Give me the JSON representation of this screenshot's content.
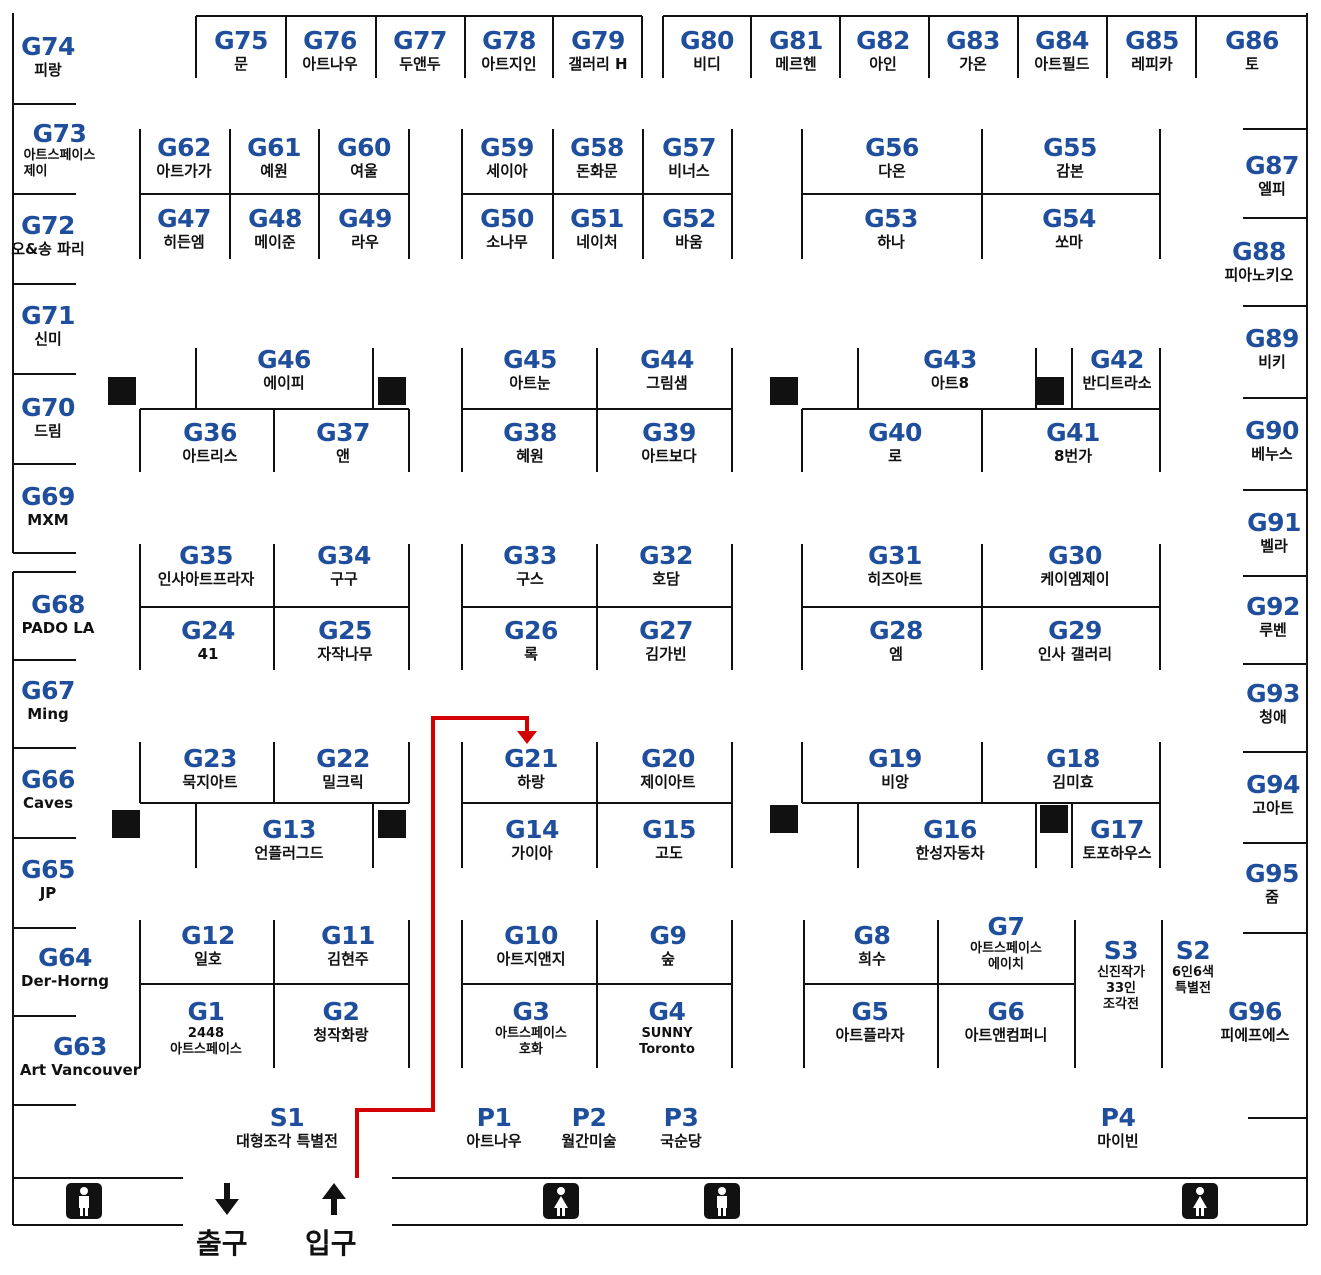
{
  "colors": {
    "code": "#1f4e9c",
    "text": "#111111",
    "line": "#111111",
    "route": "#d40000",
    "icon_bg": "#111111"
  },
  "map": {
    "exit_label": "출구",
    "entrance_label": "입구",
    "exit_arrow_icon": "arrow-down-icon",
    "entrance_arrow_icon": "arrow-up-icon",
    "restroom_icons": [
      "restroom-man-icon",
      "restroom-woman-icon",
      "restroom-man-icon",
      "restroom-woman-icon"
    ],
    "route_destination": "G21"
  },
  "booths": [
    {
      "code": "G74",
      "name": "피랑"
    },
    {
      "code": "G75",
      "name": "문"
    },
    {
      "code": "G76",
      "name": "아트나우"
    },
    {
      "code": "G77",
      "name": "두앤두"
    },
    {
      "code": "G78",
      "name": "아트지인"
    },
    {
      "code": "G79",
      "name": "갤러리 H"
    },
    {
      "code": "G80",
      "name": "비디"
    },
    {
      "code": "G81",
      "name": "메르헨"
    },
    {
      "code": "G82",
      "name": "아인"
    },
    {
      "code": "G83",
      "name": "가온"
    },
    {
      "code": "G84",
      "name": "아트필드"
    },
    {
      "code": "G85",
      "name": "레피카"
    },
    {
      "code": "G86",
      "name": "토"
    },
    {
      "code": "G73",
      "name": "아트스페이스\n제이"
    },
    {
      "code": "G62",
      "name": "아트가가"
    },
    {
      "code": "G61",
      "name": "예원"
    },
    {
      "code": "G60",
      "name": "여울"
    },
    {
      "code": "G59",
      "name": "세이아"
    },
    {
      "code": "G58",
      "name": "돈화문"
    },
    {
      "code": "G57",
      "name": "비너스"
    },
    {
      "code": "G56",
      "name": "다온"
    },
    {
      "code": "G55",
      "name": "감본"
    },
    {
      "code": "G87",
      "name": "엘피"
    },
    {
      "code": "G72",
      "name": "오&송 파리"
    },
    {
      "code": "G47",
      "name": "히든엠"
    },
    {
      "code": "G48",
      "name": "메이준"
    },
    {
      "code": "G49",
      "name": "라우"
    },
    {
      "code": "G50",
      "name": "소나무"
    },
    {
      "code": "G51",
      "name": "네이처"
    },
    {
      "code": "G52",
      "name": "바움"
    },
    {
      "code": "G53",
      "name": "하나"
    },
    {
      "code": "G54",
      "name": "쏘마"
    },
    {
      "code": "G88",
      "name": "피아노키오"
    },
    {
      "code": "G71",
      "name": "신미"
    },
    {
      "code": "G89",
      "name": "비키"
    },
    {
      "code": "G46",
      "name": "에이피"
    },
    {
      "code": "G45",
      "name": "아트눈"
    },
    {
      "code": "G44",
      "name": "그림샘"
    },
    {
      "code": "G43",
      "name": "아트8"
    },
    {
      "code": "G42",
      "name": "반디트라소"
    },
    {
      "code": "G70",
      "name": "드림"
    },
    {
      "code": "G36",
      "name": "아트리스"
    },
    {
      "code": "G37",
      "name": "앤"
    },
    {
      "code": "G38",
      "name": "혜원"
    },
    {
      "code": "G39",
      "name": "아트보다"
    },
    {
      "code": "G40",
      "name": "로"
    },
    {
      "code": "G41",
      "name": "8번가"
    },
    {
      "code": "G90",
      "name": "베누스"
    },
    {
      "code": "G69",
      "name": "MXM"
    },
    {
      "code": "G91",
      "name": "벨라"
    },
    {
      "code": "G35",
      "name": "인사아트프라자"
    },
    {
      "code": "G34",
      "name": "구구"
    },
    {
      "code": "G33",
      "name": "구스"
    },
    {
      "code": "G32",
      "name": "호담"
    },
    {
      "code": "G31",
      "name": "히즈아트"
    },
    {
      "code": "G30",
      "name": "케이엠제이"
    },
    {
      "code": "G68",
      "name": "PADO LA"
    },
    {
      "code": "G92",
      "name": "루벤"
    },
    {
      "code": "G24",
      "name": "41"
    },
    {
      "code": "G25",
      "name": "자작나무"
    },
    {
      "code": "G26",
      "name": "록"
    },
    {
      "code": "G27",
      "name": "김가빈"
    },
    {
      "code": "G28",
      "name": "엠"
    },
    {
      "code": "G29",
      "name": "인사 갤러리"
    },
    {
      "code": "G67",
      "name": "Ming"
    },
    {
      "code": "G93",
      "name": "청애"
    },
    {
      "code": "G23",
      "name": "묵지아트"
    },
    {
      "code": "G22",
      "name": "밀크릭"
    },
    {
      "code": "G21",
      "name": "하랑"
    },
    {
      "code": "G20",
      "name": "제이아트"
    },
    {
      "code": "G19",
      "name": "비앙"
    },
    {
      "code": "G18",
      "name": "김미효"
    },
    {
      "code": "G66",
      "name": "Caves"
    },
    {
      "code": "G94",
      "name": "고아트"
    },
    {
      "code": "G13",
      "name": "언플러그드"
    },
    {
      "code": "G14",
      "name": "가이아"
    },
    {
      "code": "G15",
      "name": "고도"
    },
    {
      "code": "G16",
      "name": "한성자동차"
    },
    {
      "code": "G17",
      "name": "토포하우스"
    },
    {
      "code": "G65",
      "name": "JP"
    },
    {
      "code": "G95",
      "name": "줌"
    },
    {
      "code": "G7",
      "name": "아트스페이스\n에이치"
    },
    {
      "code": "G12",
      "name": "일호"
    },
    {
      "code": "G11",
      "name": "김현주"
    },
    {
      "code": "G10",
      "name": "아트지앤지"
    },
    {
      "code": "G9",
      "name": "숲"
    },
    {
      "code": "G8",
      "name": "희수"
    },
    {
      "code": "S3",
      "name": "신진작가\n33인\n조각전"
    },
    {
      "code": "S2",
      "name": "6인6색\n특별전"
    },
    {
      "code": "G64",
      "name": "Der-Horng"
    },
    {
      "code": "G1",
      "name": "2448\n아트스페이스"
    },
    {
      "code": "G2",
      "name": "청작화랑"
    },
    {
      "code": "G3",
      "name": "아트스페이스\n호화"
    },
    {
      "code": "G4",
      "name": "SUNNY\nToronto"
    },
    {
      "code": "G5",
      "name": "아트플라자"
    },
    {
      "code": "G6",
      "name": "아트앤컴퍼니"
    },
    {
      "code": "G96",
      "name": "피에프에스"
    },
    {
      "code": "G63",
      "name": "Art Vancouver"
    },
    {
      "code": "S1",
      "name": "대형조각 특별전"
    },
    {
      "code": "P1",
      "name": "아트나우"
    },
    {
      "code": "P2",
      "name": "월간미술"
    },
    {
      "code": "P3",
      "name": "국순당"
    },
    {
      "code": "P4",
      "name": "마이빈"
    }
  ]
}
